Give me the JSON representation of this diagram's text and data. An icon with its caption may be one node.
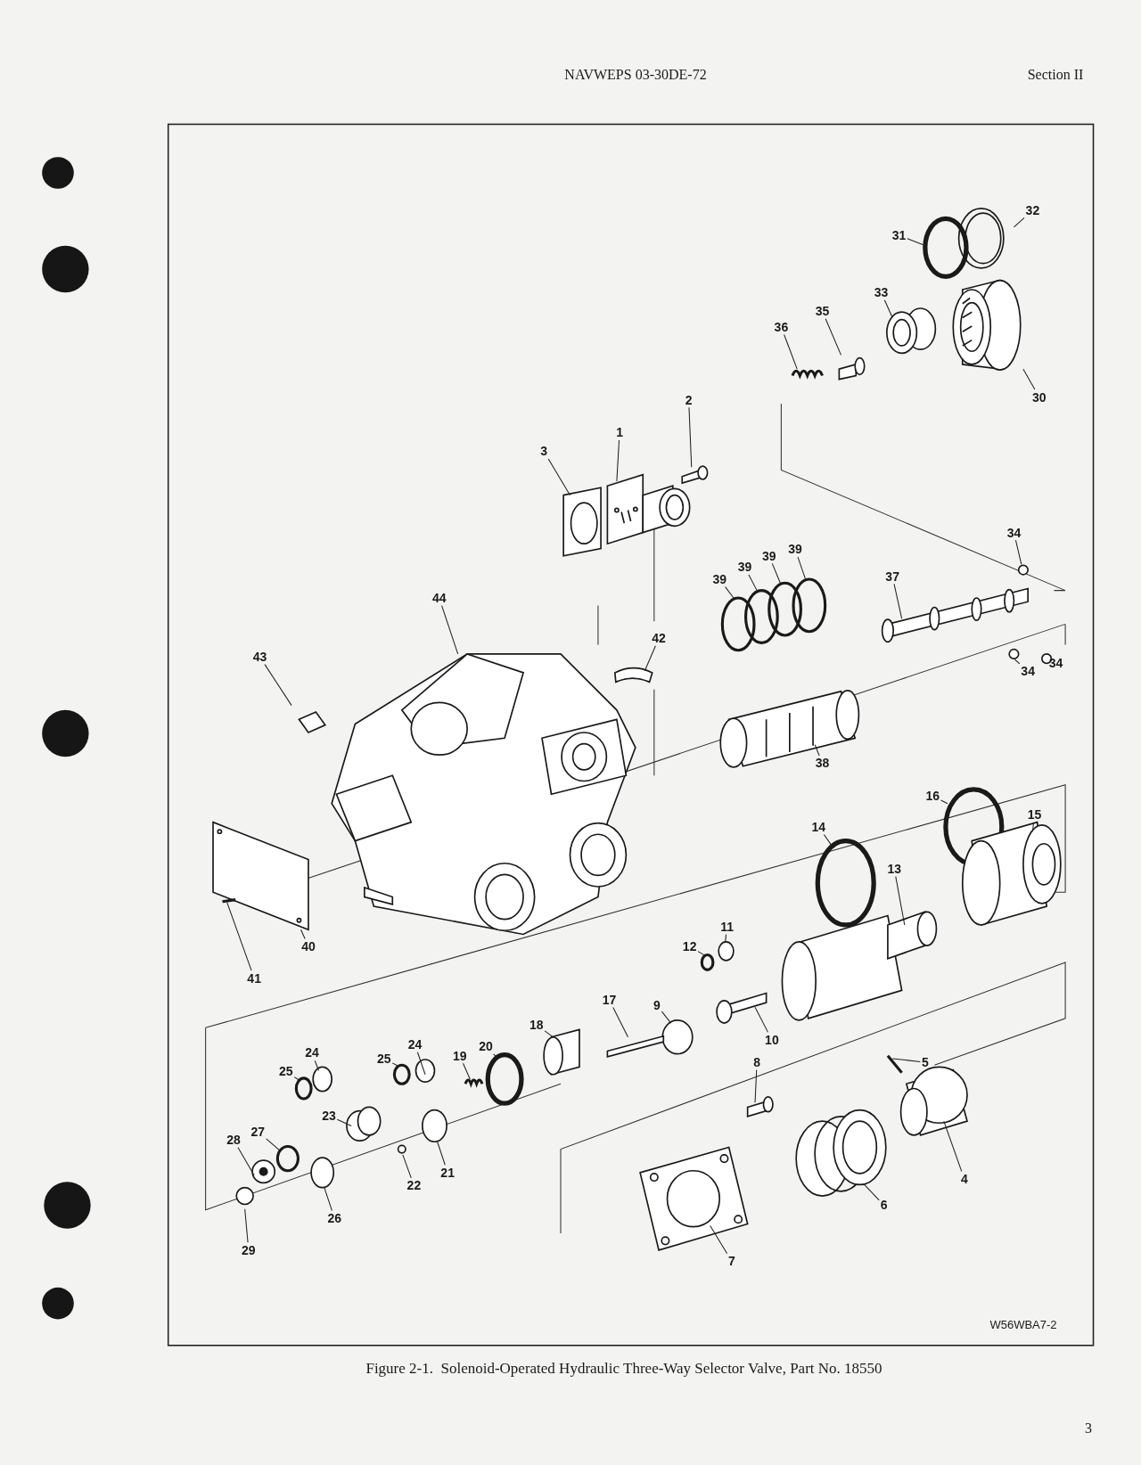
{
  "diagram": {
    "caption": "Figure 2-1.  Solenoid-Operated Hydraulic Three-Way Selector Valve, Part No. 18550",
    "nodes": [
      {
        "text": [
          "32"
        ]
      },
      {
        "text": [
          "31"
        ]
      },
      {
        "text": [
          "33"
        ]
      },
      {
        "text": [
          "35"
        ]
      },
      {
        "text": [
          "36"
        ]
      },
      {
        "text": [
          "30"
        ]
      },
      {
        "text": [
          "2"
        ]
      },
      {
        "text": [
          "1"
        ]
      },
      {
        "text": [
          "3"
        ]
      },
      {
        "text": [
          "34"
        ]
      },
      {
        "text": [
          "39"
        ]
      },
      {
        "text": [
          "39"
        ]
      },
      {
        "text": [
          "39"
        ]
      },
      {
        "text": [
          "39"
        ]
      },
      {
        "text": [
          "37"
        ]
      },
      {
        "text": [
          "44"
        ]
      },
      {
        "text": [
          "42"
        ]
      },
      {
        "text": [
          "43"
        ]
      },
      {
        "text": [
          "34"
        ]
      },
      {
        "text": [
          "34"
        ]
      },
      {
        "text": [
          "38"
        ]
      },
      {
        "text": [
          "16"
        ]
      },
      {
        "text": [
          "15"
        ]
      },
      {
        "text": [
          "14"
        ]
      },
      {
        "text": [
          "13"
        ]
      },
      {
        "text": [
          "11"
        ]
      },
      {
        "text": [
          "40"
        ]
      },
      {
        "text": [
          "12"
        ]
      },
      {
        "text": [
          "41"
        ]
      },
      {
        "text": [
          "17"
        ]
      },
      {
        "text": [
          "9"
        ]
      },
      {
        "text": [
          "18"
        ]
      },
      {
        "text": [
          "10"
        ]
      },
      {
        "text": [
          "20"
        ]
      },
      {
        "text": [
          "24"
        ]
      },
      {
        "text": [
          "25"
        ]
      },
      {
        "text": [
          "19"
        ]
      },
      {
        "text": [
          "5"
        ]
      },
      {
        "text": [
          "8"
        ]
      },
      {
        "text": [
          "24"
        ]
      },
      {
        "text": [
          "25"
        ]
      },
      {
        "text": [
          "23"
        ]
      },
      {
        "text": [
          "27"
        ]
      },
      {
        "text": [
          "28"
        ]
      },
      {
        "text": [
          "21"
        ]
      },
      {
        "text": [
          "4"
        ]
      },
      {
        "text": [
          "22"
        ]
      },
      {
        "text": [
          "6"
        ]
      },
      {
        "text": [
          "26"
        ]
      },
      {
        "text": [
          "29"
        ]
      },
      {
        "text": [
          "7"
        ]
      }
    ],
    "edges": [
      {
        "from": 0,
        "to": null,
        "arrow": "none"
      },
      {
        "from": 1,
        "to": null,
        "arrow": "none"
      },
      {
        "from": 2,
        "to": null,
        "arrow": "none"
      },
      {
        "from": 3,
        "to": null,
        "arrow": "none"
      },
      {
        "from": 4,
        "to": null,
        "arrow": "none"
      },
      {
        "from": 5,
        "to": null,
        "arrow": "none"
      },
      {
        "from": 6,
        "to": null,
        "arrow": "none"
      },
      {
        "from": 7,
        "to": null,
        "arrow": "none"
      },
      {
        "from": 8,
        "to": null,
        "arrow": "none"
      },
      {
        "from": 9,
        "to": null,
        "arrow": "none"
      },
      {
        "from": 10,
        "to": null,
        "arrow": "none"
      },
      {
        "from": 11,
        "to": null,
        "arrow": "none"
      },
      {
        "from": 12,
        "to": null,
        "arrow": "none"
      },
      {
        "from": 13,
        "to": null,
        "arrow": "none"
      },
      {
        "from": 14,
        "to": null,
        "arrow": "none"
      },
      {
        "from": 15,
        "to": null,
        "arrow": "none"
      },
      {
        "from": 16,
        "to": null,
        "arrow": "none"
      },
      {
        "from": 17,
        "to": null,
        "arrow": "none"
      },
      {
        "from": 18,
        "to": null,
        "arrow": "none"
      },
      {
        "from": 19,
        "to": null,
        "arrow": "none"
      },
      {
        "from": 20,
        "to": null,
        "arrow": "none"
      },
      {
        "from": 21,
        "to": null,
        "arrow": "none"
      },
      {
        "from": 22,
        "to": null,
        "arrow": "none"
      },
      {
        "from": 23,
        "to": null,
        "arrow": "none"
      },
      {
        "from": 24,
        "to": null,
        "arrow": "none"
      },
      {
        "from": 25,
        "to": null,
        "arrow": "none"
      },
      {
        "from": 26,
        "to": null,
        "arrow": "none"
      },
      {
        "from": 27,
        "to": null,
        "arrow": "none"
      },
      {
        "from": 28,
        "to": null,
        "arrow": "none"
      },
      {
        "from": 29,
        "to": null,
        "arrow": "none"
      },
      {
        "from": 30,
        "to": null,
        "arrow": "none"
      },
      {
        "from": 31,
        "to": null,
        "arrow": "none"
      },
      {
        "from": 32,
        "to": null,
        "arrow": "none"
      },
      {
        "from": 33,
        "to": null,
        "arrow": "none"
      },
      {
        "from": 34,
        "to": null,
        "arrow": "none"
      },
      {
        "from": 35,
        "to": null,
        "arrow": "none"
      },
      {
        "from": 36,
        "to": null,
        "arrow": "none"
      },
      {
        "from": 37,
        "to": null,
        "arrow": "none"
      },
      {
        "from": 38,
        "to": null,
        "arrow": "none"
      },
      {
        "from": 39,
        "to": null,
        "arrow": "none"
      },
      {
        "from": 40,
        "to": null,
        "arrow": "none"
      },
      {
        "from": 41,
        "to": null,
        "arrow": "none"
      },
      {
        "from": 42,
        "to": null,
        "arrow": "none"
      },
      {
        "from": 43,
        "to": null,
        "arrow": "none"
      },
      {
        "from": 44,
        "to": null,
        "arrow": "none"
      },
      {
        "from": 45,
        "to": null,
        "arrow": "none"
      },
      {
        "from": 46,
        "to": null,
        "arrow": "none"
      },
      {
        "from": 47,
        "to": null,
        "arrow": "none"
      },
      {
        "from": 48,
        "to": null,
        "arrow": "none"
      },
      {
        "from": 49,
        "to": null,
        "arrow": "none"
      },
      {
        "from": 50,
        "to": null,
        "arrow": "none"
      }
    ],
    "labels": [
      "NAVWEPS 03-30DE-72",
      "Section II",
      "W56WBA7-2",
      "3"
    ]
  }
}
